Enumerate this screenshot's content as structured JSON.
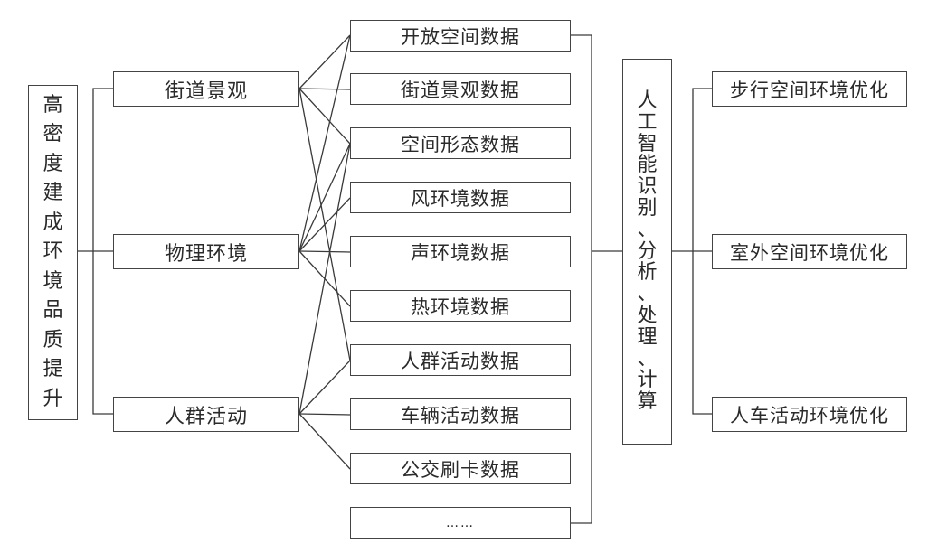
{
  "diagram": {
    "type": "flow-tree",
    "root": {
      "label": "高密度建成环境品质提升",
      "chars": [
        "高",
        "密",
        "度",
        "建",
        "成",
        "环",
        "境",
        "品",
        "质",
        "提",
        "升"
      ]
    },
    "categories": [
      {
        "id": "street",
        "label": "街道景观"
      },
      {
        "id": "physical",
        "label": "物理环境"
      },
      {
        "id": "crowd",
        "label": "人群活动"
      }
    ],
    "data_sources": [
      {
        "id": "open_space",
        "label": "开放空间数据"
      },
      {
        "id": "street_view",
        "label": "街道景观数据"
      },
      {
        "id": "spatial_form",
        "label": "空间形态数据"
      },
      {
        "id": "wind",
        "label": "风环境数据"
      },
      {
        "id": "sound",
        "label": "声环境数据"
      },
      {
        "id": "thermal",
        "label": "热环境数据"
      },
      {
        "id": "crowd_activity",
        "label": "人群活动数据"
      },
      {
        "id": "vehicle",
        "label": "车辆活动数据"
      },
      {
        "id": "bus_card",
        "label": "公交刷卡数据"
      },
      {
        "id": "more",
        "label": "……"
      }
    ],
    "edges": [
      {
        "from": "street",
        "to": "open_space"
      },
      {
        "from": "street",
        "to": "street_view"
      },
      {
        "from": "street",
        "to": "spatial_form"
      },
      {
        "from": "street",
        "to": "crowd_activity"
      },
      {
        "from": "physical",
        "to": "open_space"
      },
      {
        "from": "physical",
        "to": "spatial_form"
      },
      {
        "from": "physical",
        "to": "wind"
      },
      {
        "from": "physical",
        "to": "sound"
      },
      {
        "from": "physical",
        "to": "thermal"
      },
      {
        "from": "crowd",
        "to": "spatial_form"
      },
      {
        "from": "crowd",
        "to": "crowd_activity"
      },
      {
        "from": "crowd",
        "to": "vehicle"
      },
      {
        "from": "crowd",
        "to": "bus_card"
      }
    ],
    "processing": {
      "label": "人工智能识别、分析、处理、计算",
      "chars": [
        "人",
        "工",
        "智",
        "能",
        "识",
        "别",
        "、",
        "分",
        "析",
        "、",
        "处",
        "理",
        "、",
        "计",
        "算"
      ]
    },
    "outcomes": [
      {
        "id": "pedestrian",
        "label": "步行空间环境优化"
      },
      {
        "id": "outdoor",
        "label": "室外空间环境优化"
      },
      {
        "id": "people_vehicle",
        "label": "人车活动环境优化"
      }
    ]
  }
}
